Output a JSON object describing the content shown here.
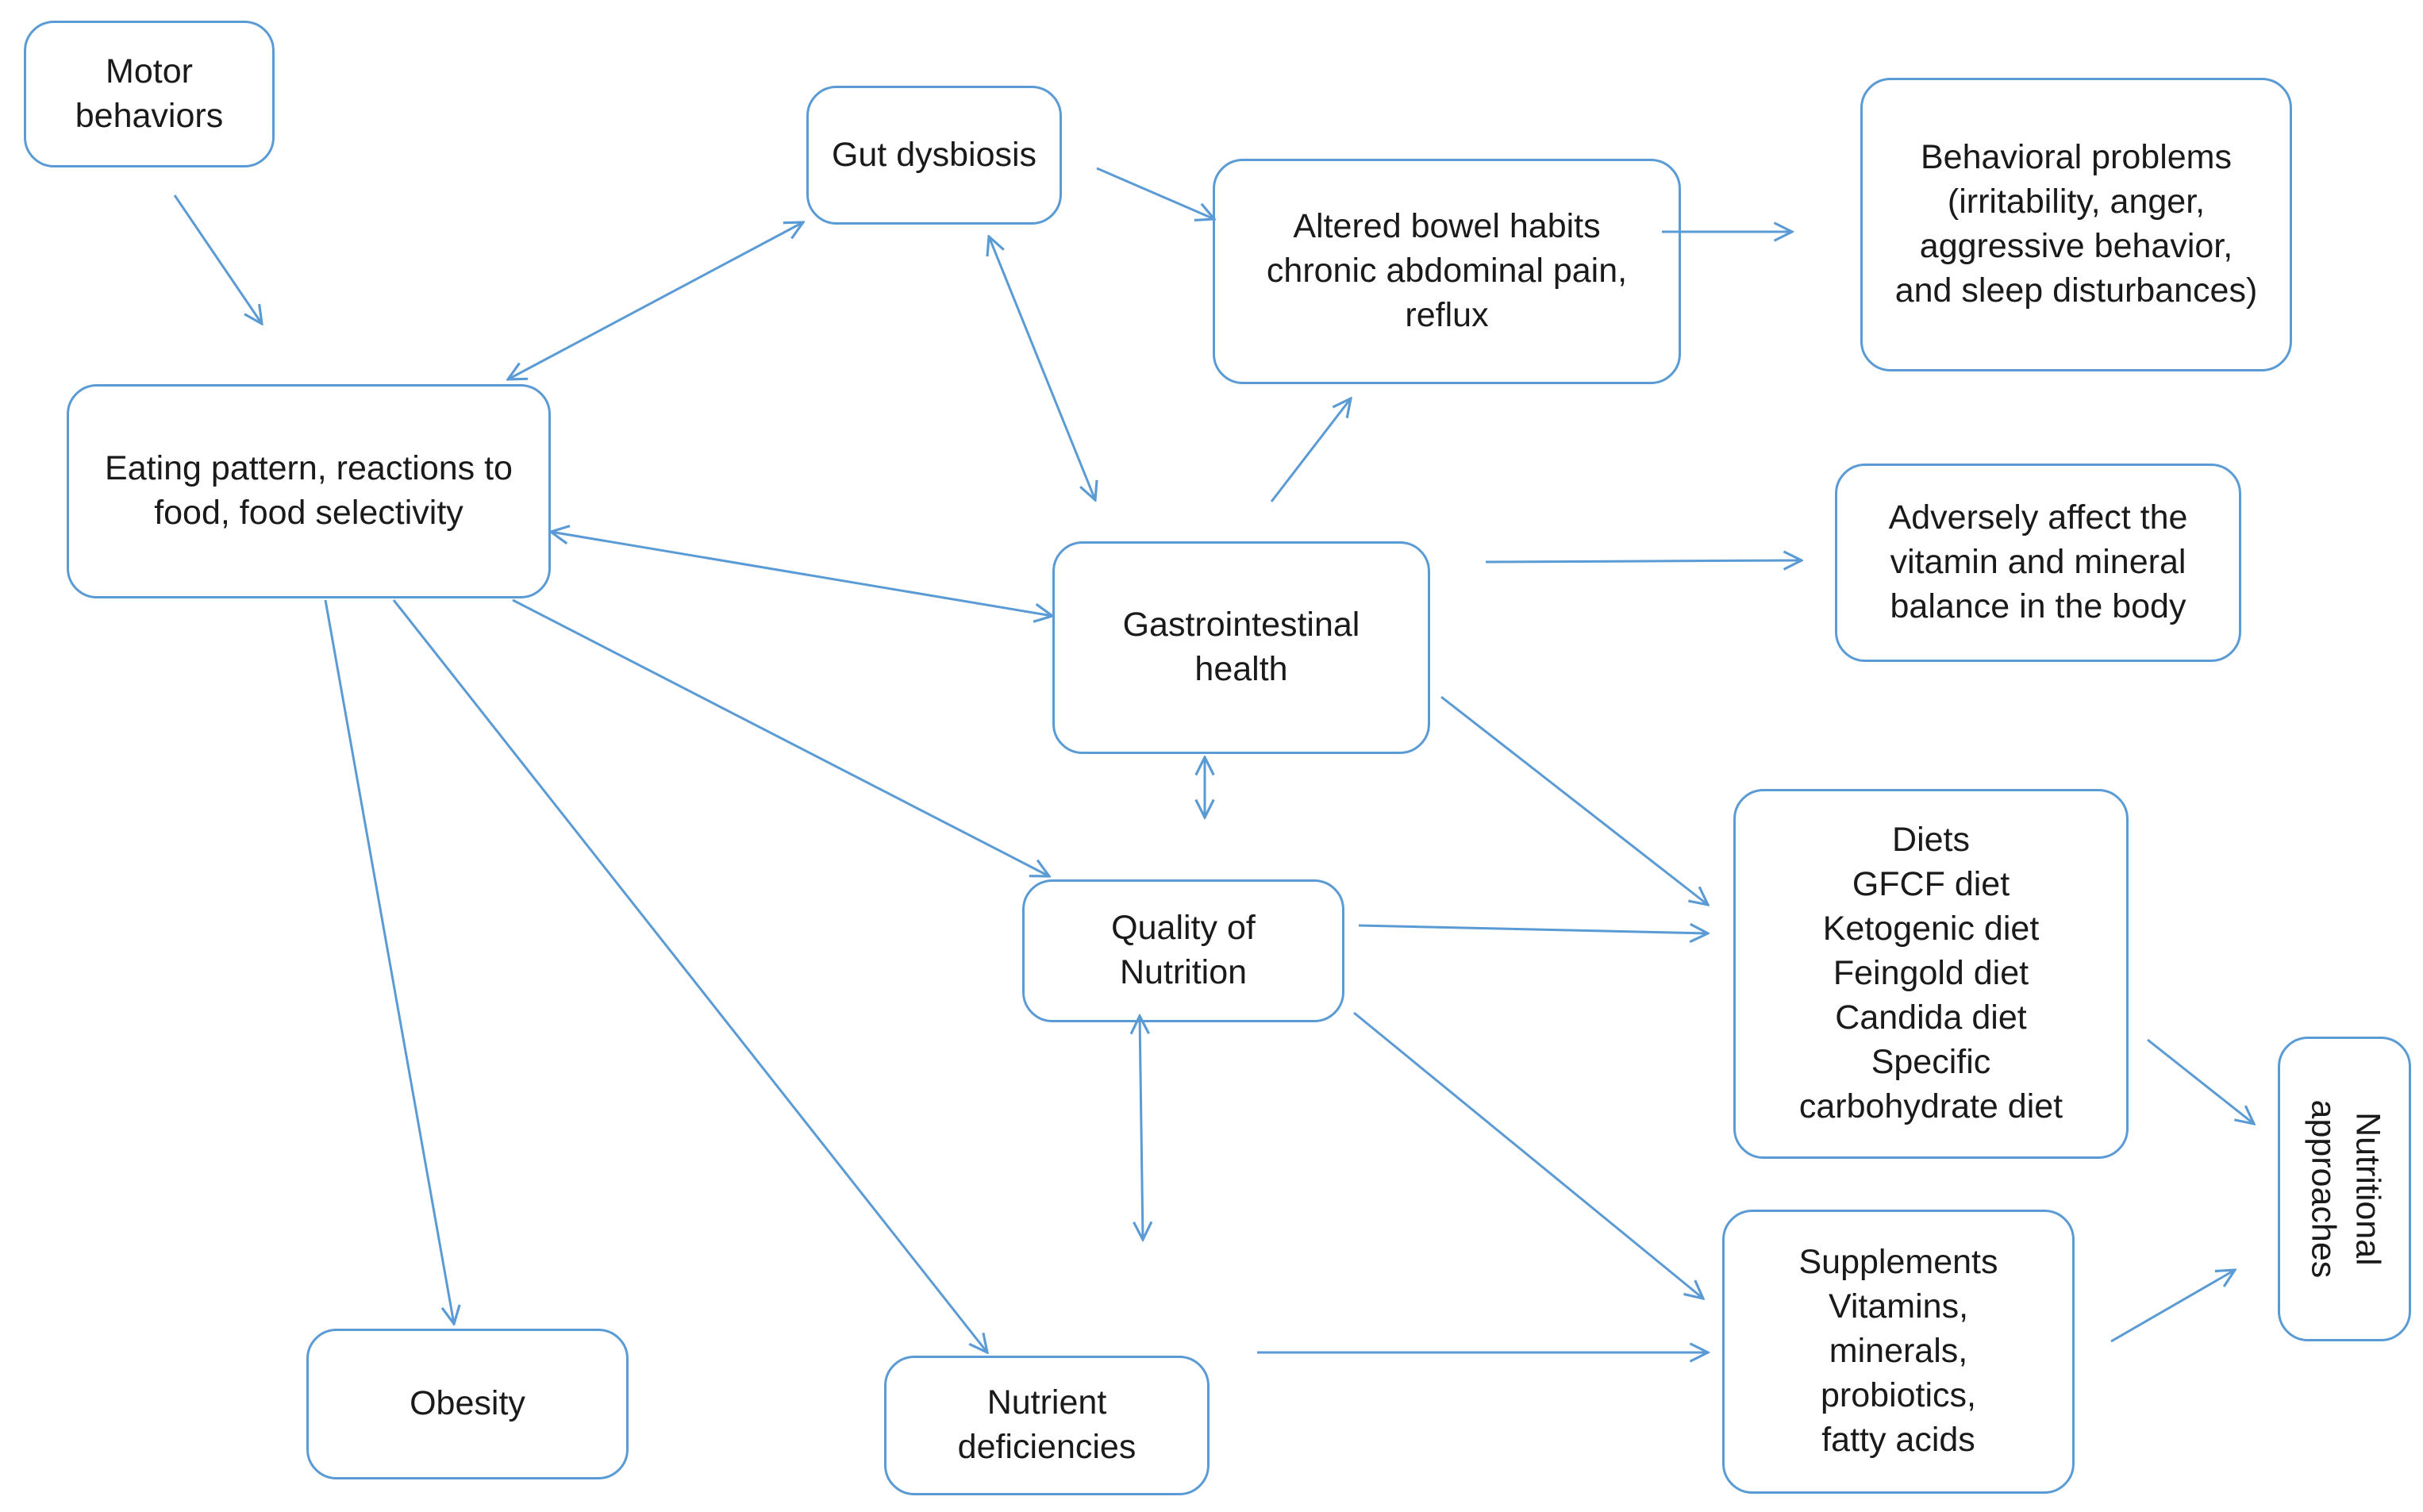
{
  "diagram": {
    "nodes": {
      "motor_behaviors": {
        "lines": [
          "Motor",
          "behaviors"
        ]
      },
      "gut_dysbiosis": {
        "lines": [
          "Gut dysbiosis"
        ]
      },
      "altered_bowel": {
        "lines": [
          "Altered bowel habits",
          "chronic abdominal pain,",
          "reflux"
        ]
      },
      "behavioral_problems": {
        "lines": [
          "Behavioral problems",
          "(irritability, anger,",
          "aggressive behavior,",
          "and sleep disturbances)"
        ]
      },
      "eating_pattern": {
        "lines": [
          "Eating pattern, reactions to",
          "food, food selectivity"
        ]
      },
      "gi_health": {
        "lines": [
          "Gastrointestinal",
          "health"
        ]
      },
      "vitamin_balance": {
        "lines": [
          "Adversely affect the",
          "vitamin and mineral",
          "balance in the body"
        ]
      },
      "diets": {
        "lines": [
          "Diets",
          "GFCF diet",
          "Ketogenic diet",
          "Feingold diet",
          "Candida diet",
          "Specific",
          "carbohydrate diet"
        ]
      },
      "quality_nutrition": {
        "lines": [
          "Quality of",
          "Nutrition"
        ]
      },
      "nutritional_approaches": {
        "lines": [
          "Nutritional",
          "approaches"
        ]
      },
      "supplements": {
        "lines": [
          "Supplements",
          "Vitamins,",
          "minerals,",
          "probiotics,",
          "fatty acids"
        ]
      },
      "obesity": {
        "lines": [
          "Obesity"
        ]
      },
      "nutrient_deficiencies": {
        "lines": [
          "Nutrient",
          "deficiencies"
        ]
      }
    },
    "colors": {
      "stroke": "#5b9bd5",
      "text": "#1a1a1a"
    }
  }
}
